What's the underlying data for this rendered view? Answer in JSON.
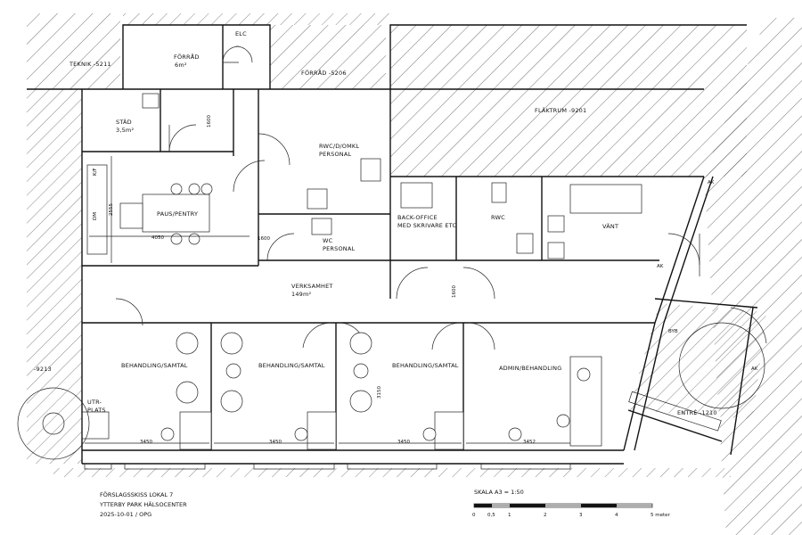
{
  "rooms": {
    "teknik": "TEKNIK -5211",
    "forrad_small": "FÖRRÅD",
    "forrad_small_area": "6m²",
    "elc": "ELC",
    "forrad_5206": "FÖRRÅD -5206",
    "flaktrum": "FLÄKTRUM -9201",
    "stad": "STÄD",
    "stad_area": "3,5m²",
    "rwc_omkl_1": "RWC/D/OMKL",
    "rwc_omkl_2": "PERSONAL",
    "paus": "PAUS/PENTRY",
    "wc_1": "WC",
    "wc_2": "PERSONAL",
    "backoffice_1": "BACK-OFFICE",
    "backoffice_2": "MED SKRIVARE ETC",
    "rwc": "RWC",
    "vant": "VÄNT",
    "verksamhet": "VERKSAMHET",
    "verksamhet_area": "149m²",
    "behandling_1": "BEHANDLING/SAMTAL",
    "behandling_2": "BEHANDLING/SAMTAL",
    "behandling_3": "BEHANDLING/SAMTAL",
    "admin": "ADMIN/BEHANDLING",
    "utr_1": "UTR-",
    "utr_2": "PLATS",
    "entre": "ENTRÉ -1210",
    "room_9213": "-9213",
    "kf": "K/F",
    "dm": "DM",
    "ak_1": "AK",
    "ak_2": "AK",
    "ak_3": "AK",
    "byb": "BYB"
  },
  "dimensions": {
    "d1600_a": "1600",
    "d1600_b": "1600",
    "d1600_c": "1600",
    "d2555": "2555",
    "d4050": "4050",
    "d3450_a": "3450",
    "d3450_b": "3450",
    "d3450_c": "3450",
    "d3452": "3452",
    "d3150": "3150"
  },
  "title_block": {
    "line1": "FÖRSLAGSSKISS LOKAL 7",
    "line2": "YTTERBY PARK HÄLSOCENTER",
    "line3": "2025-10-01 / OPG"
  },
  "scale_bar": {
    "title": "SKALA A3 = 1:50",
    "ticks": [
      "0",
      "0,5",
      "1",
      "2",
      "3",
      "4",
      "5 meter"
    ]
  },
  "colors": {
    "line": "#111111",
    "background": "#ffffff"
  }
}
